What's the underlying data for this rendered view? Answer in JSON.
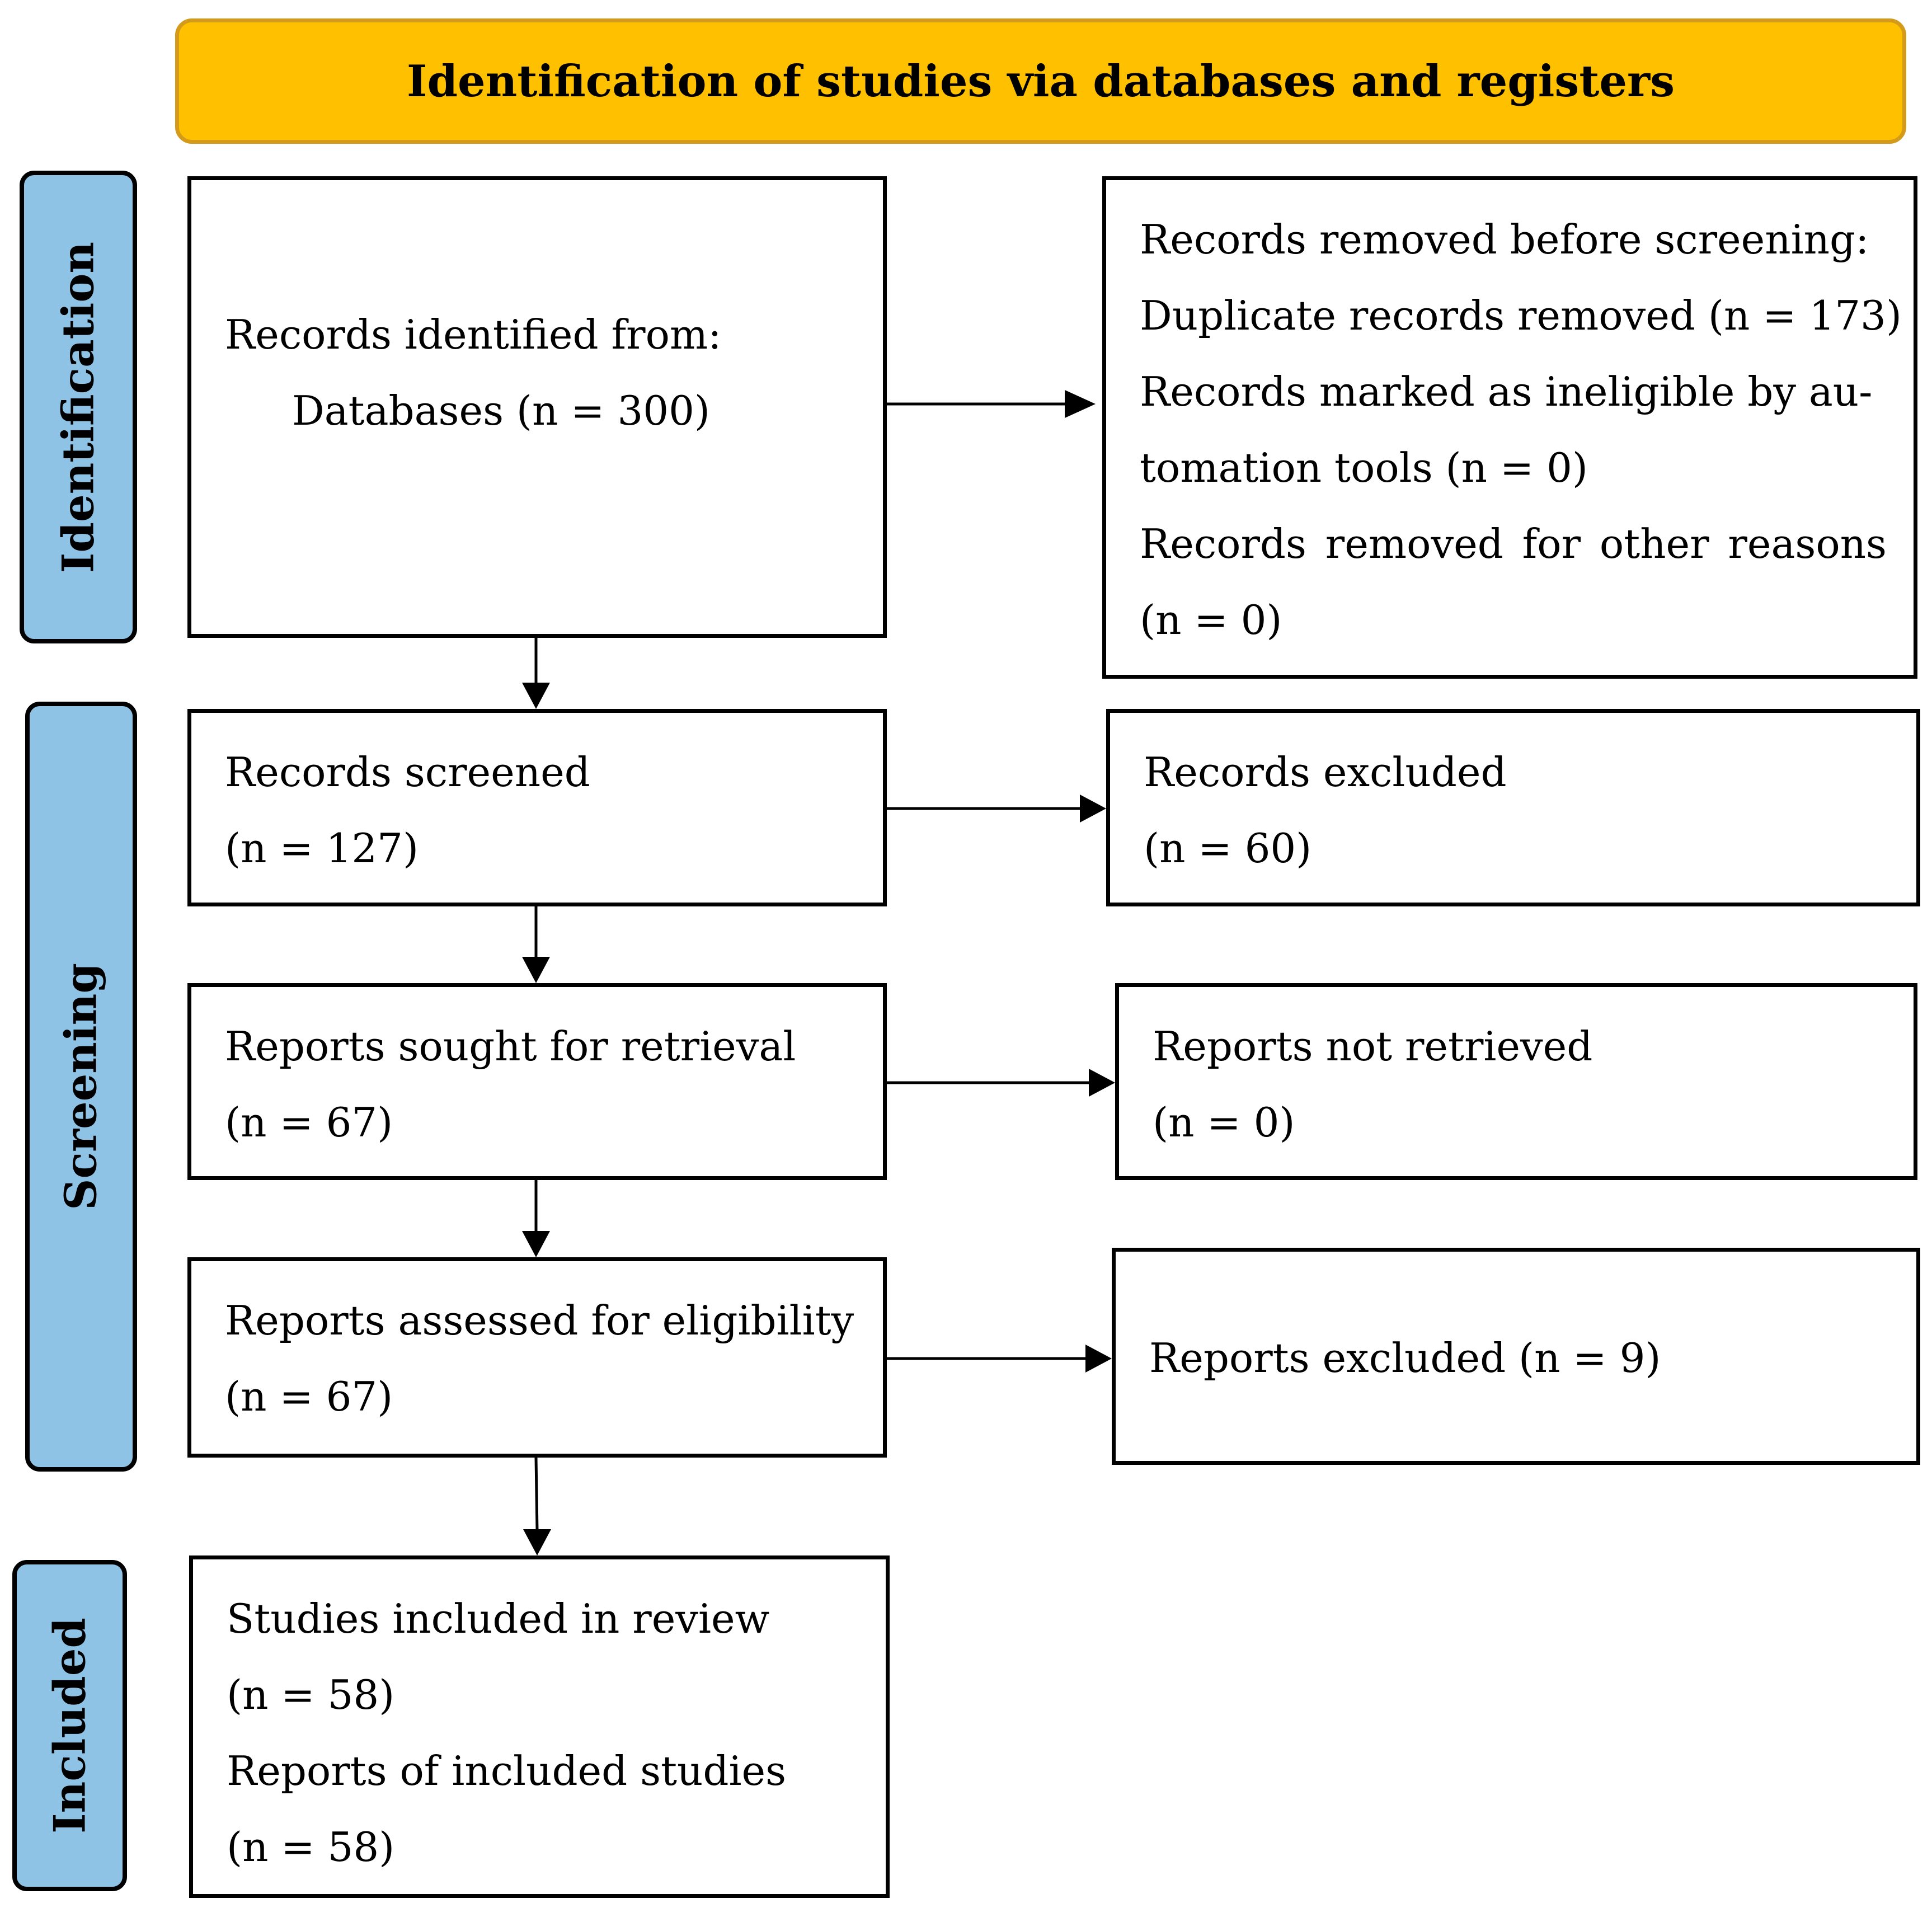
{
  "header": {
    "title": "Identification of studies via databases and registers"
  },
  "phases": {
    "identification": "Identification",
    "screening": "Screening",
    "included": "Included"
  },
  "boxes": {
    "identified": {
      "line1": "Records identified from:",
      "line2": "Databases (n = 300)"
    },
    "removed": {
      "line1": "Records removed before screening:",
      "line2": "Duplicate records removed (n = 173)",
      "line3": "Records marked as ineligible by au-",
      "line4": "tomation tools (n = 0)",
      "line5": "Records removed for other reasons",
      "line6": "(n = 0)"
    },
    "screened": {
      "line1": "Records screened",
      "line2": "(n = 127)"
    },
    "excluded": {
      "line1": "Records excluded",
      "line2": "(n = 60)"
    },
    "sought": {
      "line1": "Reports sought for retrieval",
      "line2": "(n = 67)"
    },
    "not_retrieved": {
      "line1": "Reports not retrieved",
      "line2": "(n = 0)"
    },
    "assessed": {
      "line1": "Reports assessed for eligibility",
      "line2": "(n = 67)"
    },
    "reports_excluded": {
      "line1": "Reports excluded (n = 9)"
    },
    "included": {
      "line1": "Studies included in review",
      "line2": "(n = 58)",
      "line3": "Reports of included studies",
      "line4": "(n = 58)"
    }
  },
  "colors": {
    "banner_fill": "#ffc000",
    "banner_border": "#d49a1a",
    "phase_fill": "#8fc3e6",
    "box_border": "#000000"
  }
}
